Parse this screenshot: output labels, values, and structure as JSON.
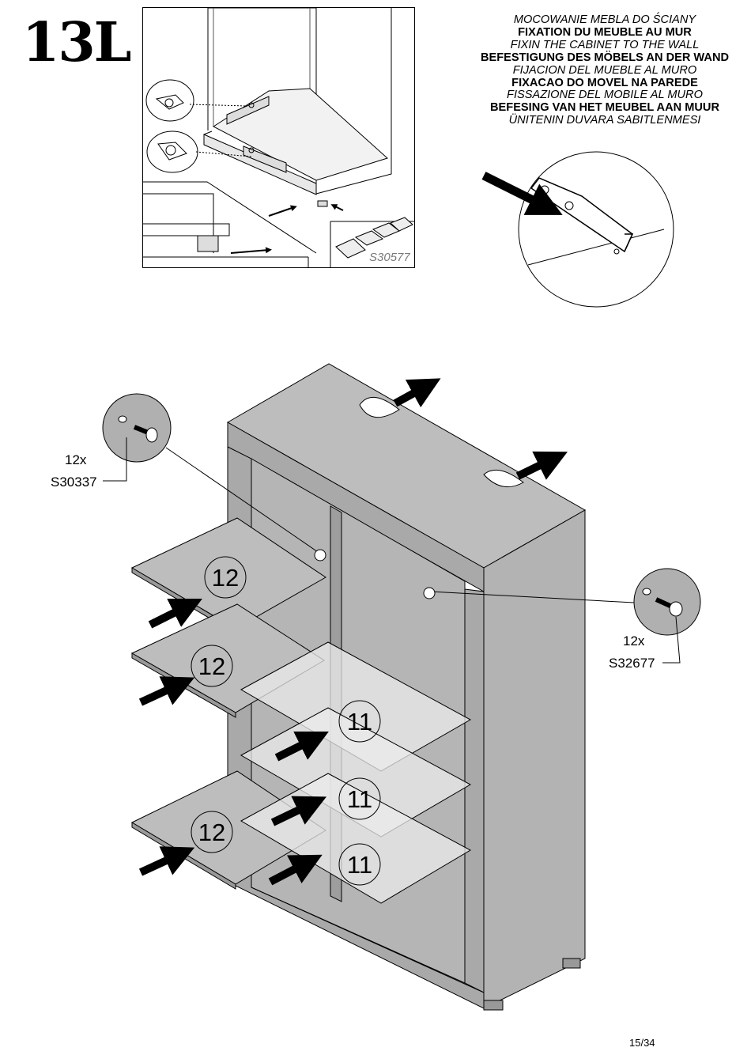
{
  "step": "13L",
  "titles": [
    {
      "text": "MOCOWANIE MEBLA DO ŚCIANY",
      "style": "italic"
    },
    {
      "text": "FIXATION DU MEUBLE AU MUR",
      "style": "bold"
    },
    {
      "text": "FIXIN THE CABINET TO THE WALL",
      "style": "italic"
    },
    {
      "text": "BEFESTIGUNG DES MÖBELS AN DER WAND",
      "style": "bold"
    },
    {
      "text": "FIJACION DEL MUEBLE AL MURO",
      "style": "italic"
    },
    {
      "text": "FIXACAO DO MOVEL NA PAREDE",
      "style": "bold"
    },
    {
      "text": "FISSAZIONE DEL MOBILE AL MURO",
      "style": "italic"
    },
    {
      "text": "BEFESING VAN HET MEUBEL AAN MUUR",
      "style": "bold"
    },
    {
      "text": "ÜNITENIN DUVARA SABITLENMESI",
      "style": "italic"
    }
  ],
  "inset_part_code": "S30577",
  "left_fitting": {
    "qty": "12x",
    "code": "S30337"
  },
  "right_fitting": {
    "qty": "12x",
    "code": "S32677"
  },
  "part_numbers": {
    "shelf_top": "12",
    "shelf_middle": "12",
    "shelf_bottom": "12",
    "glass_top": "11",
    "glass_middle": "11",
    "glass_bottom": "11"
  },
  "page_number": "15/34"
}
